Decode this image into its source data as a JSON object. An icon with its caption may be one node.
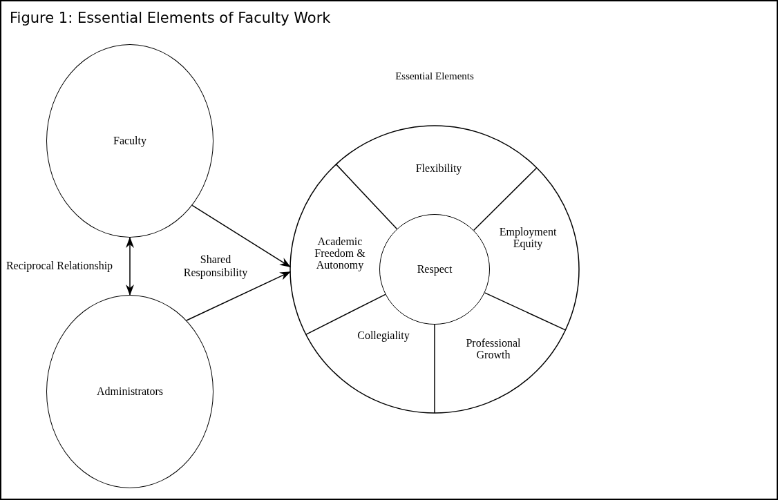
{
  "diagram": {
    "title": "Figure 1: Essential Elements of Faculty Work",
    "nodes": [
      {
        "text": [
          "Faculty"
        ]
      },
      {
        "text": [
          "Administrators"
        ]
      },
      {
        "text": [
          "Essential Elements"
        ]
      },
      {
        "text": [
          "Flexibility"
        ],
        "in": 2
      },
      {
        "text": [
          "Academic Freedom & Autonomy"
        ],
        "in": 2
      },
      {
        "text": [
          "Respect"
        ],
        "in": 2
      },
      {
        "text": [
          "Employment Equity"
        ],
        "in": 2
      },
      {
        "text": [
          "Collegiality"
        ],
        "in": 2
      },
      {
        "text": [
          "Professional Growth"
        ],
        "in": 2
      }
    ],
    "edges": [
      {
        "from": 0,
        "to": 1,
        "arrow": "both",
        "label": "Reciprocal Relationship"
      },
      {
        "from": 0,
        "to": 2,
        "arrow": "to"
      },
      {
        "from": 1,
        "to": 2,
        "arrow": "to"
      }
    ],
    "labels": [
      "Shared Responsibility"
    ]
  }
}
